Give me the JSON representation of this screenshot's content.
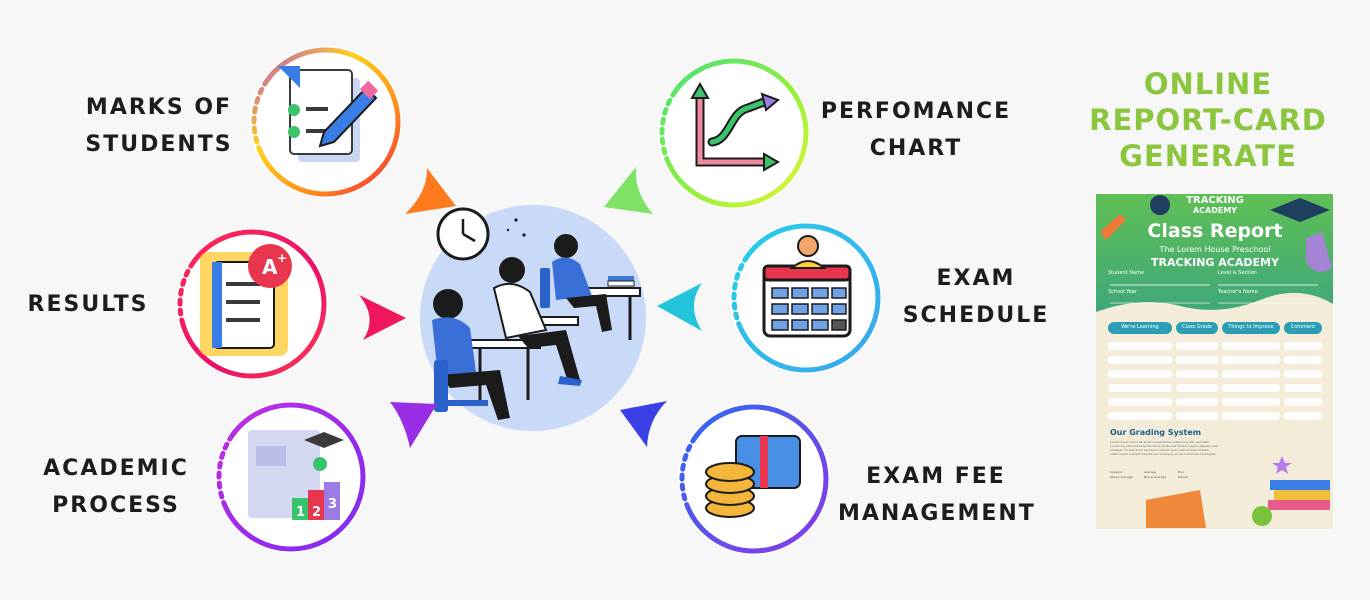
{
  "labels": {
    "marks": [
      "MARKS OF",
      "STUDENTS"
    ],
    "results": [
      "RESULTS"
    ],
    "academic": [
      "ACADEMIC",
      "PROCESS"
    ],
    "performance": [
      "PERFOMANCE",
      "CHART"
    ],
    "exam_schedule": [
      "EXAM",
      "SCHEDULE"
    ],
    "exam_fee": [
      "EXAM FEE",
      "MANAGEMENT"
    ]
  },
  "title": [
    "ONLINE",
    "REPORT-CARD",
    "GENERATE"
  ],
  "card": {
    "brand_line1": "TRACKING",
    "brand_line2": "ACADEMY",
    "heading": "Class Report",
    "school": "The Lorem House Preschool",
    "academy": "TRACKING ACADEMY",
    "student_name": "Student Name",
    "level_section": "Level & Section",
    "school_year": "School Year",
    "teacher_name": "Teacher's Name",
    "columns": [
      "We're Learning",
      "Class Grade",
      "Things to Improve",
      "Comment"
    ],
    "grading_title": "Our Grading System",
    "grading_text": "Lorem ipsum dolor sit amet consectetuer adipiscing elit, sed diam nonummy nibh euismod tincidunt ut laoreet dolore magna aliquam erat volutpat. Ut wisi enim ad minim veniam quis nostrud exerci tation ullamcorper suscipit lobortis nisl ut aliquip ex ea commodo consequat.",
    "legend": [
      "Superior",
      "Above Average",
      "Average",
      "Below Average",
      "Poor",
      "Failure"
    ]
  },
  "colors": {
    "title_green": "#8cc63f",
    "card_green": "#57b86d",
    "card_cream": "#f2ecd9",
    "pill_teal": "#2b9db5"
  }
}
